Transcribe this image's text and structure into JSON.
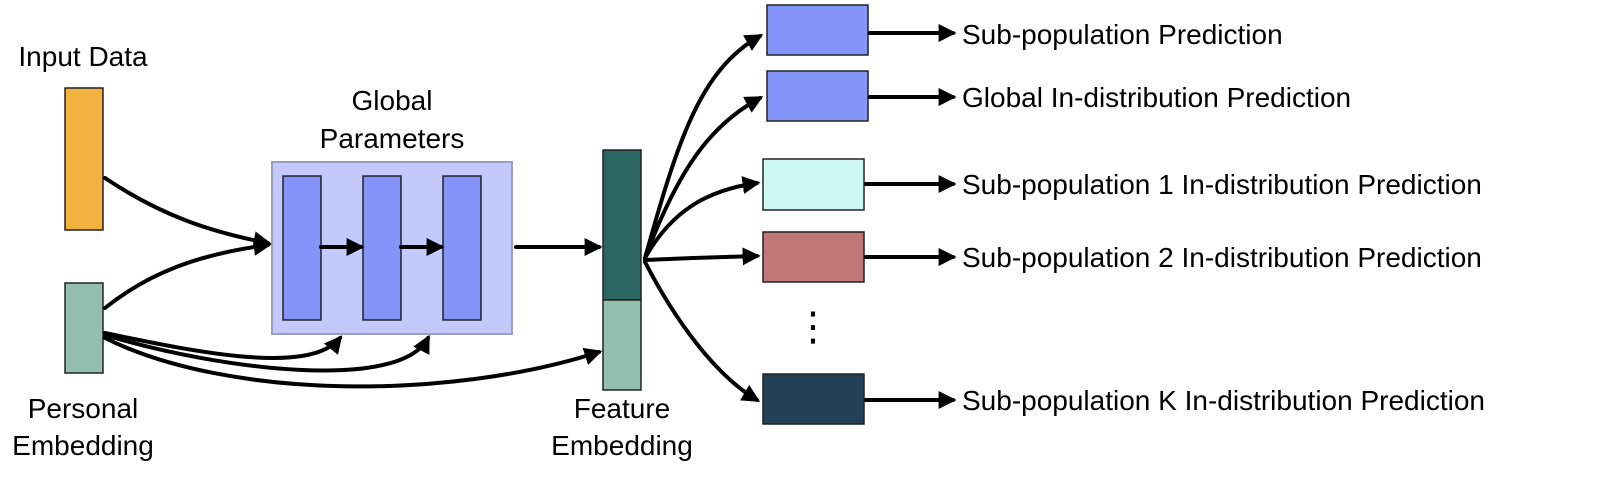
{
  "labels": {
    "input_data": "Input Data",
    "global_params_line1": "Global",
    "global_params_line2": "Parameters",
    "personal_line1": "Personal",
    "personal_line2": "Embedding",
    "feature_line1": "Feature",
    "feature_line2": "Embedding",
    "ellipsis": "⋮"
  },
  "outputs": [
    {
      "label": "Sub-population Prediction",
      "color": "#8594f8"
    },
    {
      "label": "Global In-distribution Prediction",
      "color": "#8594f8"
    },
    {
      "label": "Sub-population 1 In-distribution Prediction",
      "color": "#cdf8f6"
    },
    {
      "label": "Sub-population 2 In-distribution Prediction",
      "color": "#c07777"
    },
    {
      "label": "Sub-population K In-distribution Prediction",
      "color": "#243f58"
    }
  ],
  "colors": {
    "input_data": "#f2b240",
    "personal_embedding": "#92c0ad",
    "global_panel": "#c3c9fb",
    "global_layer": "#8594f8",
    "feature_top": "#2b6665",
    "feature_bottom": "#92c0ad"
  }
}
